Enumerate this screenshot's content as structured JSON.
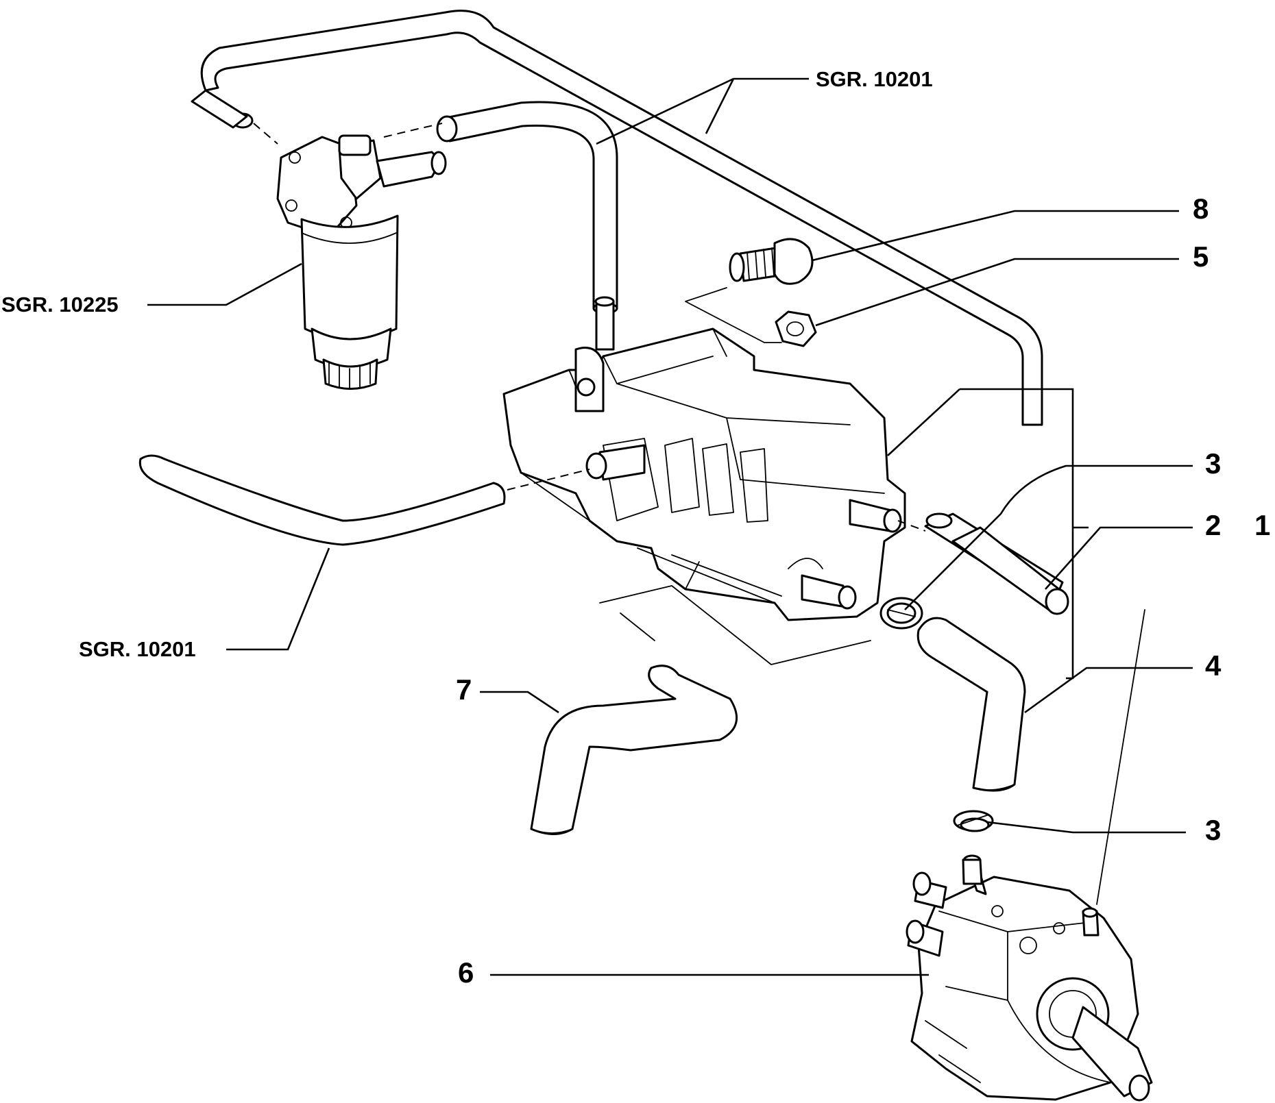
{
  "diagram": {
    "callouts": {
      "sgr_10201_top": "SGR. 10201",
      "sgr_10225": "SGR. 10225",
      "sgr_10201_left": "SGR. 10201",
      "part_8": "8",
      "part_5": "5",
      "part_3_upper": "3",
      "part_2": "2",
      "part_1": "1",
      "part_4": "4",
      "part_7": "7",
      "part_3_lower": "3",
      "part_6": "6"
    }
  }
}
